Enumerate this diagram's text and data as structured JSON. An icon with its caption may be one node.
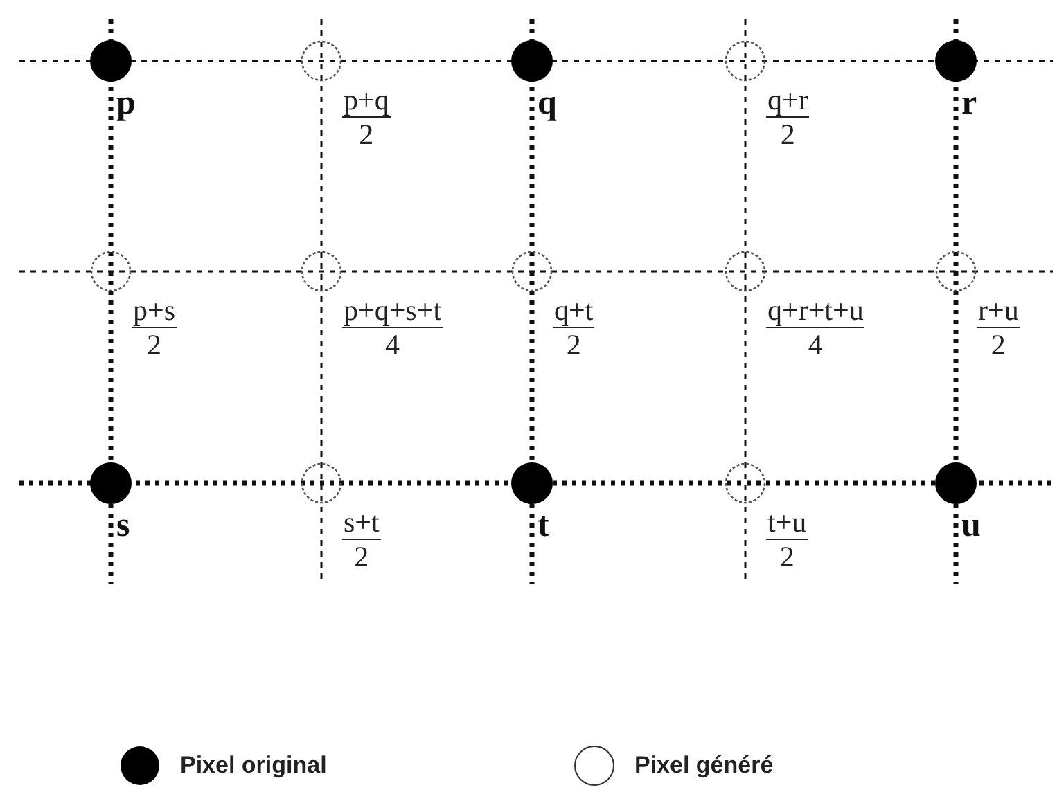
{
  "diagram": {
    "nodes": [
      {
        "text": [],
        "shape": "dot",
        "beside": [
          "p"
        ]
      },
      {
        "text": [],
        "shape": "circle",
        "beside": [
          "p+q",
          "2"
        ]
      },
      {
        "text": [],
        "shape": "dot",
        "beside": [
          "q"
        ]
      },
      {
        "text": [],
        "shape": "circle",
        "beside": [
          "q+r",
          "2"
        ]
      },
      {
        "text": [],
        "shape": "dot",
        "beside": [
          "r"
        ]
      },
      {
        "text": [],
        "shape": "circle",
        "beside": [
          "p+s",
          "2"
        ]
      },
      {
        "text": [],
        "shape": "circle",
        "beside": [
          "p+q+s+t",
          "4"
        ]
      },
      {
        "text": [],
        "shape": "circle",
        "beside": [
          "q+t",
          "2"
        ]
      },
      {
        "text": [],
        "shape": "circle",
        "beside": [
          "q+r+t+u",
          "4"
        ]
      },
      {
        "text": [],
        "shape": "circle",
        "beside": [
          "r+u",
          "2"
        ]
      },
      {
        "text": [],
        "shape": "dot",
        "beside": [
          "s"
        ]
      },
      {
        "text": [],
        "shape": "circle",
        "beside": [
          "s+t",
          "2"
        ]
      },
      {
        "text": [],
        "shape": "dot",
        "beside": [
          "t"
        ]
      },
      {
        "text": [],
        "shape": "circle",
        "beside": [
          "t+u",
          "2"
        ]
      },
      {
        "text": [],
        "shape": "dot",
        "beside": [
          "u"
        ]
      }
    ],
    "legend": [
      {
        "text": "Pixel original"
      },
      {
        "text": "Pixel généré"
      }
    ]
  }
}
